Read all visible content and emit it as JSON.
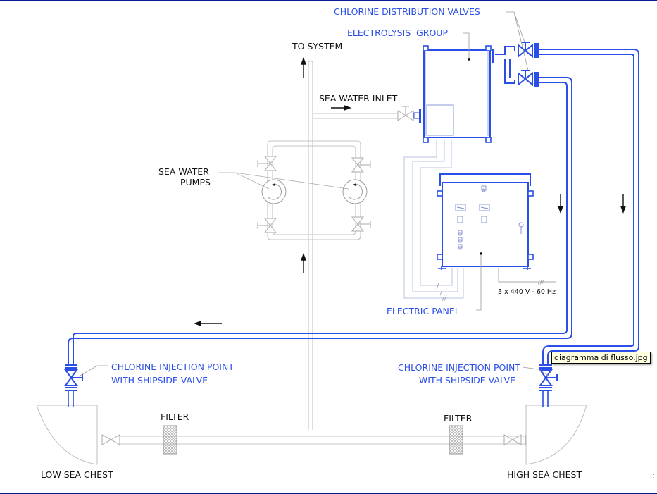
{
  "diagram": {
    "title": "Electrolytic chlorination flow diagram",
    "colors": {
      "chlorine_line": "#2a4ee8",
      "sea_water_line": "#c8c8c8",
      "frame": "#0a1a8c",
      "arrow": "#111111"
    },
    "labels": {
      "chlorine_distribution_valves": "CHLORINE DISTRIBUTION VALVES",
      "electrolysis_group": "ELECTROLYSIS  GROUP",
      "to_system": "TO SYSTEM",
      "sea_water_inlet": "SEA WATER INLET",
      "sea_water_pumps_line1": "SEA WATER",
      "sea_water_pumps_line2": "PUMPS",
      "electric_panel": "ELECTRIC PANEL",
      "power_supply": "3 x 440 V - 60 Hz",
      "injection_left_line1": "CHLORINE INJECTION POINT",
      "injection_left_line2": "WITH SHIPSIDE VALVE",
      "injection_right_line1": "CHLORINE INJECTION POINT",
      "injection_right_line2": "WITH SHIPSIDE VALVE",
      "filter_left": "FILTER",
      "filter_right": "FILTER",
      "low_sea_chest": "LOW SEA CHEST",
      "high_sea_chest": "HIGH SEA CHEST"
    },
    "power_phase_marks": "///"
  },
  "tooltip": {
    "text": "diagramma di flusso.jpg"
  },
  "edge_mark": ":"
}
